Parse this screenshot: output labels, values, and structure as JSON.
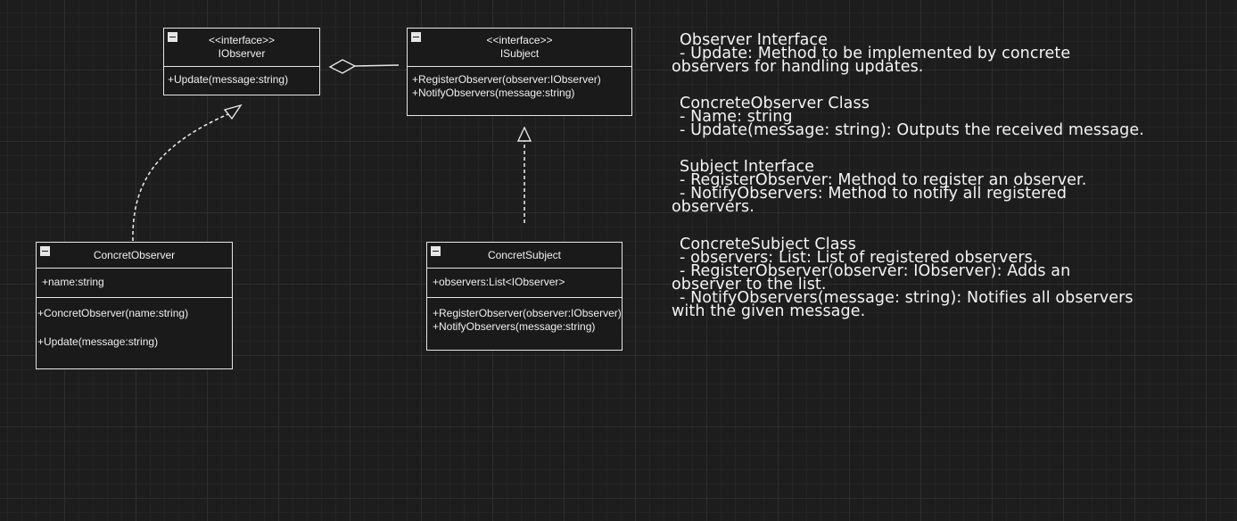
{
  "observer_interface": {
    "stereotype": "<<interface>>",
    "name": "IObserver",
    "methods": [
      "+Update(message:string)"
    ]
  },
  "subject_interface": {
    "stereotype": "<<interface>>",
    "name": "ISubject",
    "methods": [
      "+RegisterObserver(observer:IObserver)",
      "+NotifyObservers(message:string)"
    ]
  },
  "concrete_observer": {
    "name": "ConcretObserver",
    "attributes": [
      "+name:string"
    ],
    "methods": [
      "+ConcretObserver(name:string)",
      "+Update(message:string)"
    ]
  },
  "concrete_subject": {
    "name": "ConcretSubject",
    "attributes": [
      "+observers:List<IObserver>"
    ],
    "methods": [
      "+RegisterObserver(observer:IObserver)",
      "+NotifyObservers(message:string)"
    ]
  },
  "notes": [
    "Observer Interface",
    "- Update: Method to be implemented by concrete",
    "observers for handling updates.",
    "",
    "ConcreteObserver Class",
    "- Name: string",
    "- Update(message: string): Outputs the received message.",
    "",
    "Subject Interface",
    "- RegisterObserver: Method to register an observer.",
    "- NotifyObservers: Method to notify all registered",
    "observers.",
    "",
    "ConcreteSubject Class",
    "- observers: List: List of registered observers.",
    "- RegisterObserver(observer: IObserver): Adds an",
    "observer to the list.",
    "- NotifyObservers(message: string): Notifies all observers",
    "with the given message."
  ],
  "colors": {
    "background": "#1d1d1d",
    "stroke": "#e6e6e6",
    "text": "#f0f0f0"
  }
}
